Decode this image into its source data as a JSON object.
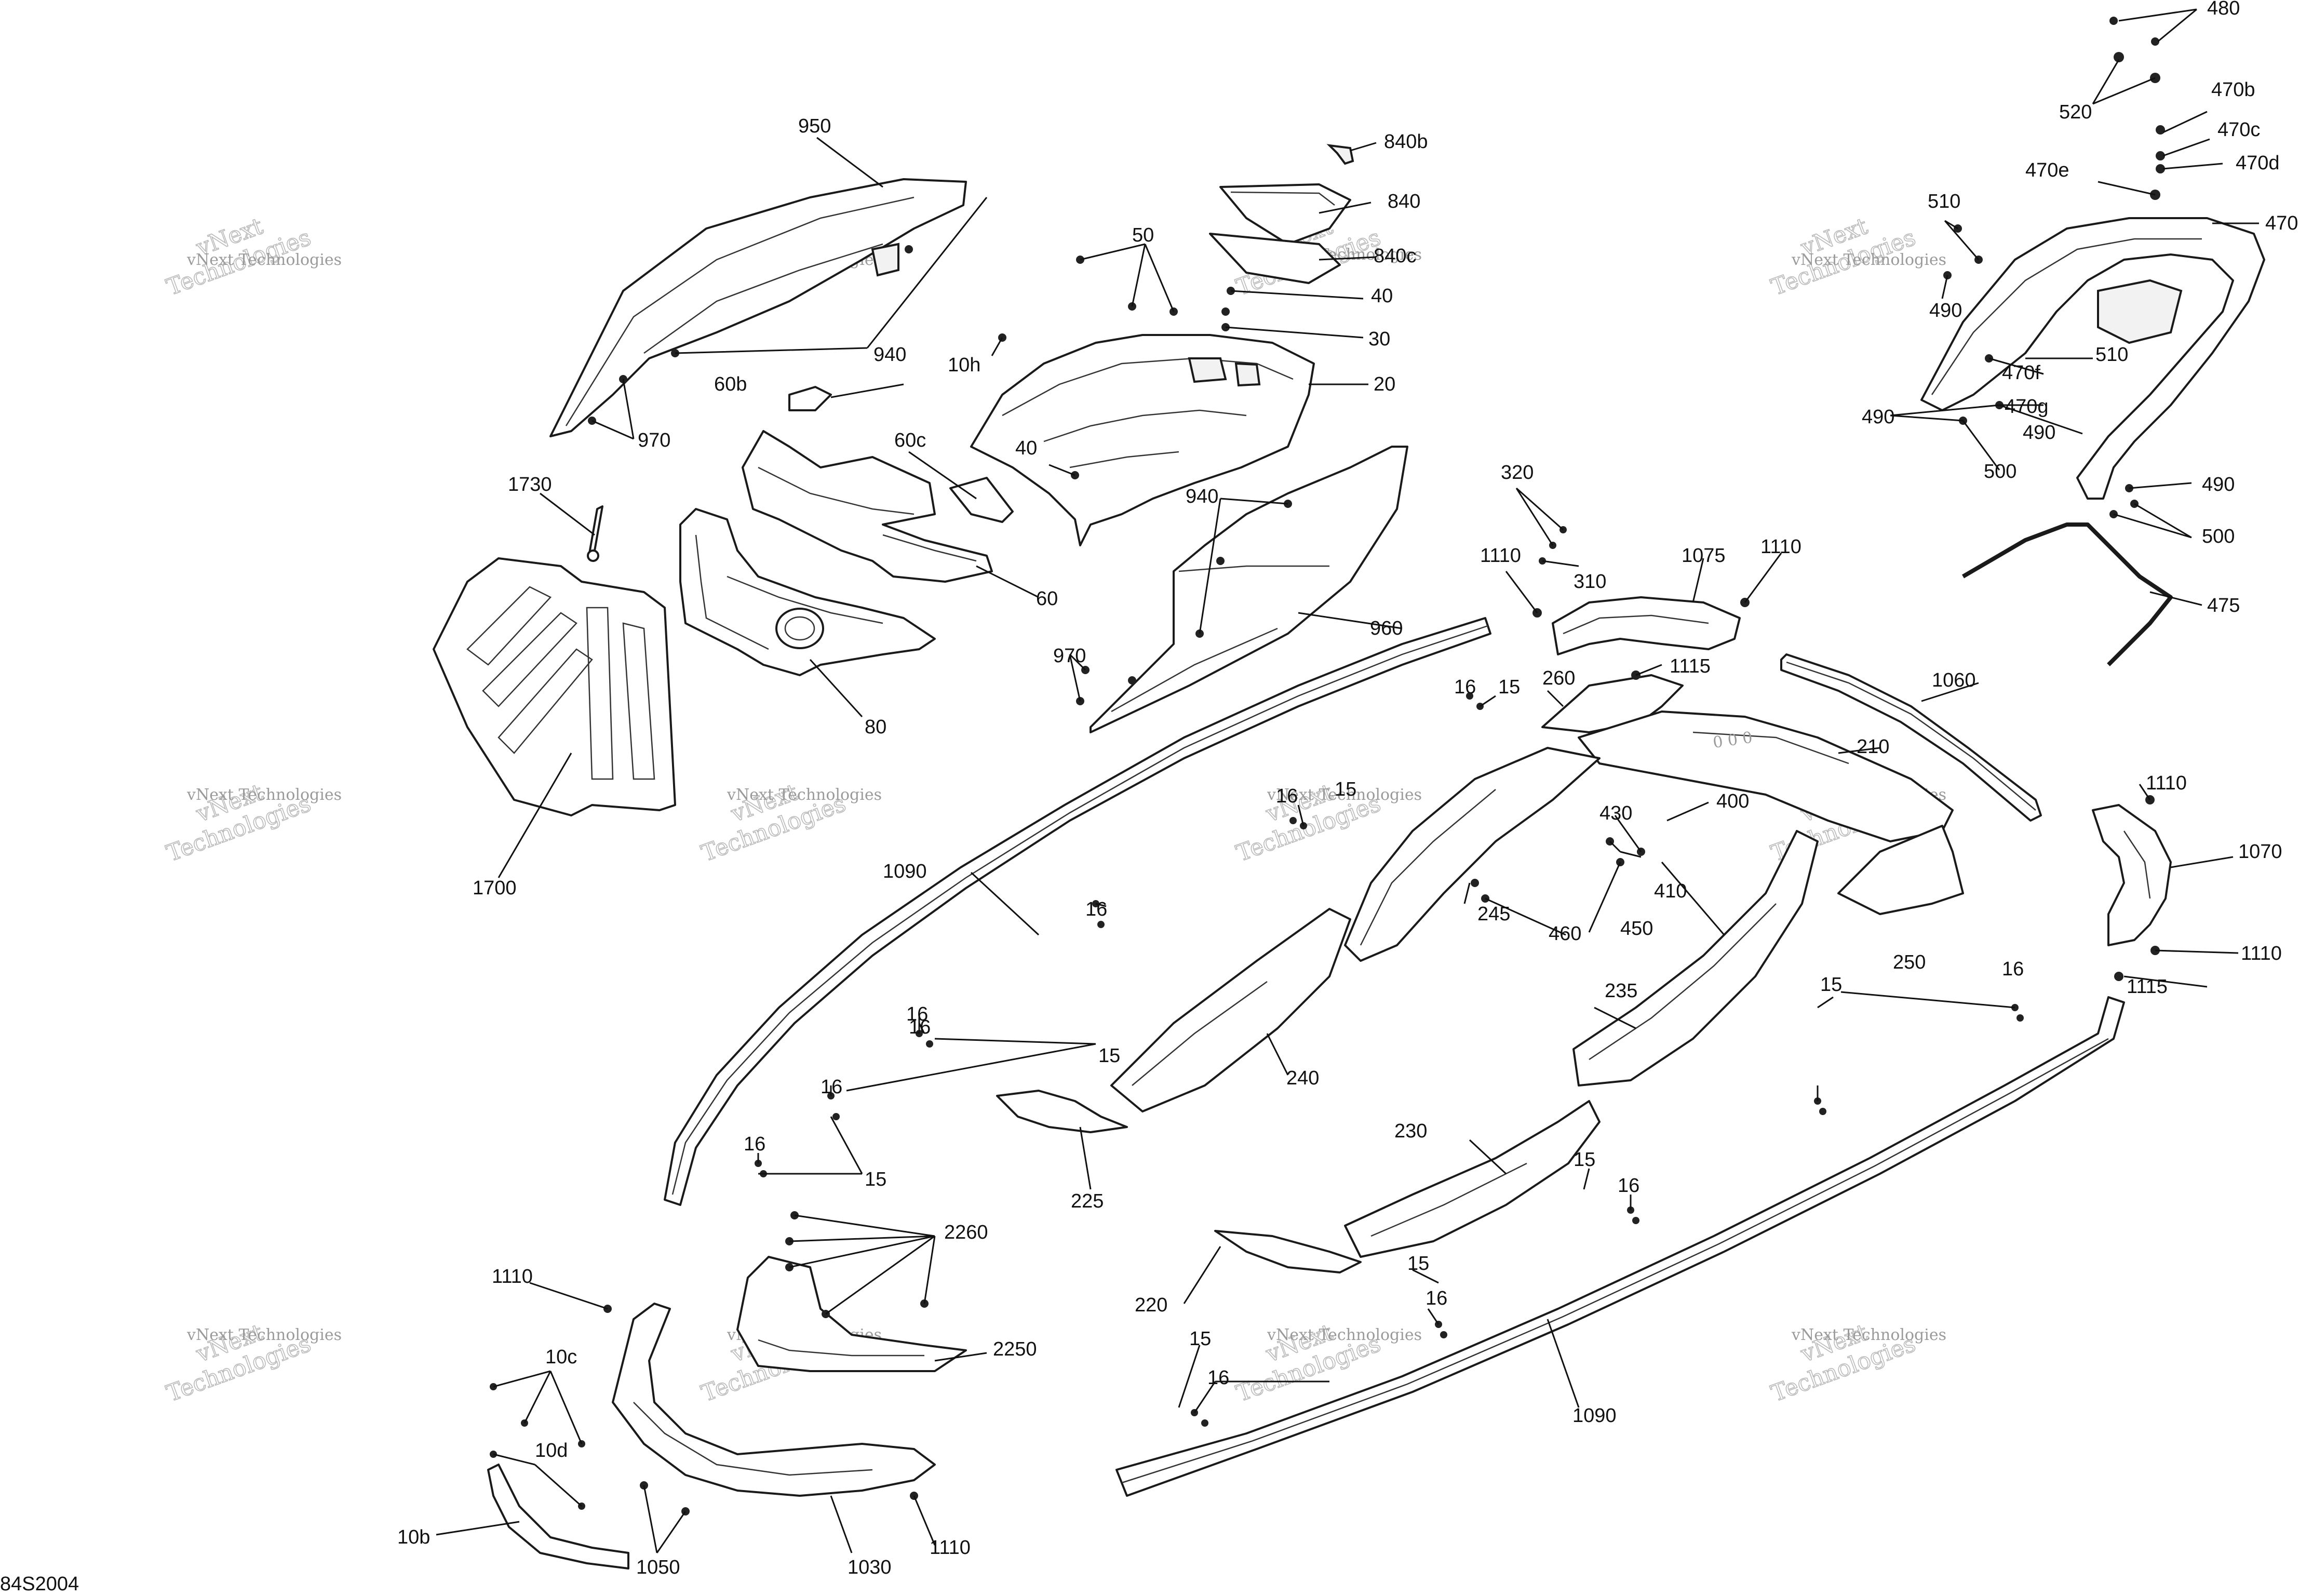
{
  "figure_code": "84S2004",
  "watermark": {
    "line1": "vNext",
    "line2": "Technologies",
    "small": "vNext Technologies"
  },
  "callouts": [
    {
      "id": "480",
      "text": "480"
    },
    {
      "id": "520",
      "text": "520"
    },
    {
      "id": "470b",
      "text": "470b"
    },
    {
      "id": "470c",
      "text": "470c"
    },
    {
      "id": "470d",
      "text": "470d"
    },
    {
      "id": "470e",
      "text": "470e"
    },
    {
      "id": "470",
      "text": "470"
    },
    {
      "id": "510a",
      "text": "510"
    },
    {
      "id": "490a",
      "text": "490"
    },
    {
      "id": "470f",
      "text": "470f"
    },
    {
      "id": "510b",
      "text": "510"
    },
    {
      "id": "470g",
      "text": "470g"
    },
    {
      "id": "490b",
      "text": "490"
    },
    {
      "id": "490c",
      "text": "490"
    },
    {
      "id": "500a",
      "text": "500"
    },
    {
      "id": "490d",
      "text": "490"
    },
    {
      "id": "500b",
      "text": "500"
    },
    {
      "id": "475",
      "text": "475"
    },
    {
      "id": "950",
      "text": "950"
    },
    {
      "id": "940a",
      "text": "940"
    },
    {
      "id": "970a",
      "text": "970"
    },
    {
      "id": "840b",
      "text": "840b"
    },
    {
      "id": "840",
      "text": "840"
    },
    {
      "id": "840c",
      "text": "840c"
    },
    {
      "id": "50",
      "text": "50"
    },
    {
      "id": "40a",
      "text": "40"
    },
    {
      "id": "30",
      "text": "30"
    },
    {
      "id": "10h",
      "text": "10h"
    },
    {
      "id": "20",
      "text": "20"
    },
    {
      "id": "60b",
      "text": "60b"
    },
    {
      "id": "60c",
      "text": "60c"
    },
    {
      "id": "40b",
      "text": "40"
    },
    {
      "id": "60",
      "text": "60"
    },
    {
      "id": "940b",
      "text": "940"
    },
    {
      "id": "960",
      "text": "960"
    },
    {
      "id": "1730",
      "text": "1730"
    },
    {
      "id": "80",
      "text": "80"
    },
    {
      "id": "970b",
      "text": "970"
    },
    {
      "id": "1700",
      "text": "1700"
    },
    {
      "id": "320",
      "text": "320"
    },
    {
      "id": "310",
      "text": "310"
    },
    {
      "id": "1110a",
      "text": "1110"
    },
    {
      "id": "1075",
      "text": "1075"
    },
    {
      "id": "1110b",
      "text": "1110"
    },
    {
      "id": "1115a",
      "text": "1115"
    },
    {
      "id": "260",
      "text": "260"
    },
    {
      "id": "16a",
      "text": "16"
    },
    {
      "id": "15a",
      "text": "15"
    },
    {
      "id": "1060",
      "text": "1060"
    },
    {
      "id": "210",
      "text": "210"
    },
    {
      "id": "16b",
      "text": "16"
    },
    {
      "id": "15b",
      "text": "15"
    },
    {
      "id": "430",
      "text": "430"
    },
    {
      "id": "400",
      "text": "400"
    },
    {
      "id": "410",
      "text": "410"
    },
    {
      "id": "1110c",
      "text": "1110"
    },
    {
      "id": "1070",
      "text": "1070"
    },
    {
      "id": "1090a",
      "text": "1090"
    },
    {
      "id": "245",
      "text": "245"
    },
    {
      "id": "460",
      "text": "460"
    },
    {
      "id": "450",
      "text": "450"
    },
    {
      "id": "250",
      "text": "250"
    },
    {
      "id": "1110d",
      "text": "1110"
    },
    {
      "id": "1115b",
      "text": "1115"
    },
    {
      "id": "16c",
      "text": "16"
    },
    {
      "id": "15c",
      "text": "15"
    },
    {
      "id": "16d",
      "text": "16"
    },
    {
      "id": "15d",
      "text": "15"
    },
    {
      "id": "235",
      "text": "235"
    },
    {
      "id": "16e",
      "text": "16"
    },
    {
      "id": "240",
      "text": "240"
    },
    {
      "id": "16f",
      "text": "16"
    },
    {
      "id": "16g",
      "text": "16"
    },
    {
      "id": "15e",
      "text": "15"
    },
    {
      "id": "225",
      "text": "225"
    },
    {
      "id": "230",
      "text": "230"
    },
    {
      "id": "15f",
      "text": "15"
    },
    {
      "id": "16h",
      "text": "16"
    },
    {
      "id": "16i",
      "text": "16"
    },
    {
      "id": "2260",
      "text": "2260"
    },
    {
      "id": "1110e",
      "text": "1110"
    },
    {
      "id": "15g",
      "text": "15"
    },
    {
      "id": "220",
      "text": "220"
    },
    {
      "id": "16j",
      "text": "16"
    },
    {
      "id": "2250",
      "text": "2250"
    },
    {
      "id": "10c",
      "text": "10c"
    },
    {
      "id": "15h",
      "text": "15"
    },
    {
      "id": "16k",
      "text": "16"
    },
    {
      "id": "10d",
      "text": "10d"
    },
    {
      "id": "1090b",
      "text": "1090"
    },
    {
      "id": "10b",
      "text": "10b"
    },
    {
      "id": "1030",
      "text": "1030"
    },
    {
      "id": "1110f",
      "text": "1110"
    },
    {
      "id": "1050",
      "text": "1050"
    }
  ]
}
